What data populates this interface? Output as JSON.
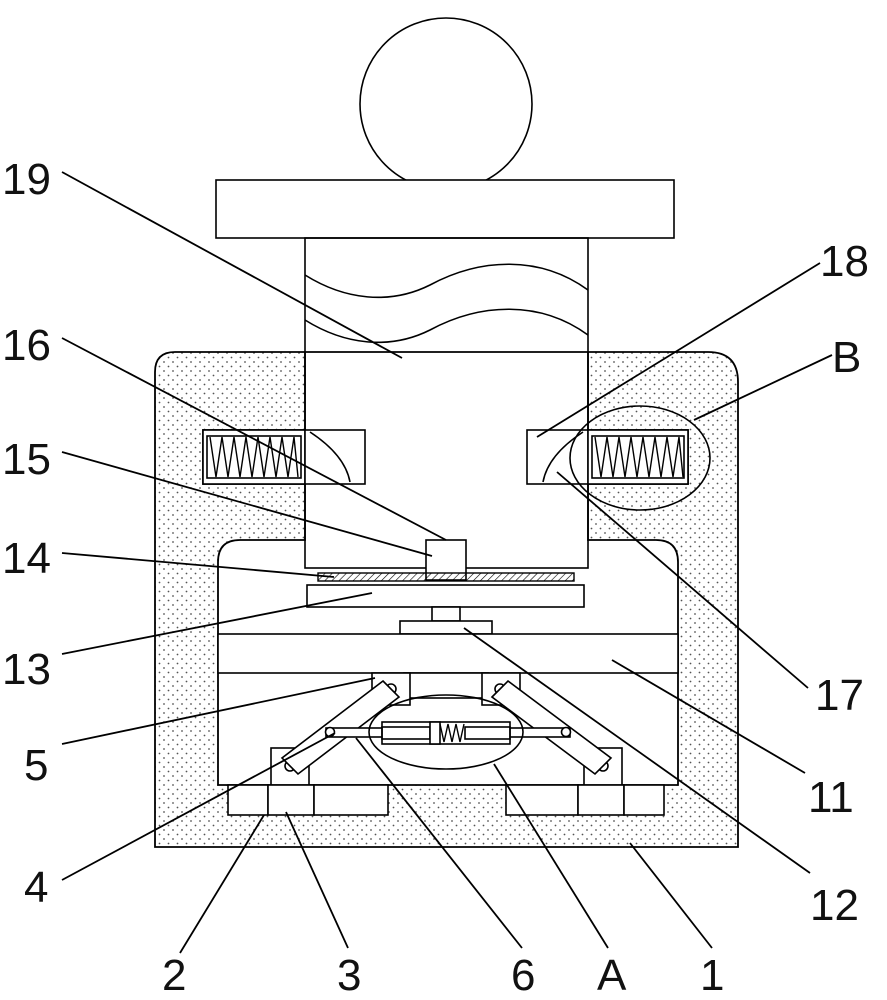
{
  "labels": {
    "l19": "19",
    "l18": "18",
    "l16": "16",
    "lB": "B",
    "l15": "15",
    "l14": "14",
    "l13": "13",
    "l17": "17",
    "l5": "5",
    "l11": "11",
    "l4": "4",
    "l12": "12",
    "l2": "2",
    "l3": "3",
    "l6": "6",
    "lA": "A",
    "l1": "1"
  },
  "colors": {
    "line": "#000000",
    "background": "#ffffff",
    "dots": "#555555"
  }
}
